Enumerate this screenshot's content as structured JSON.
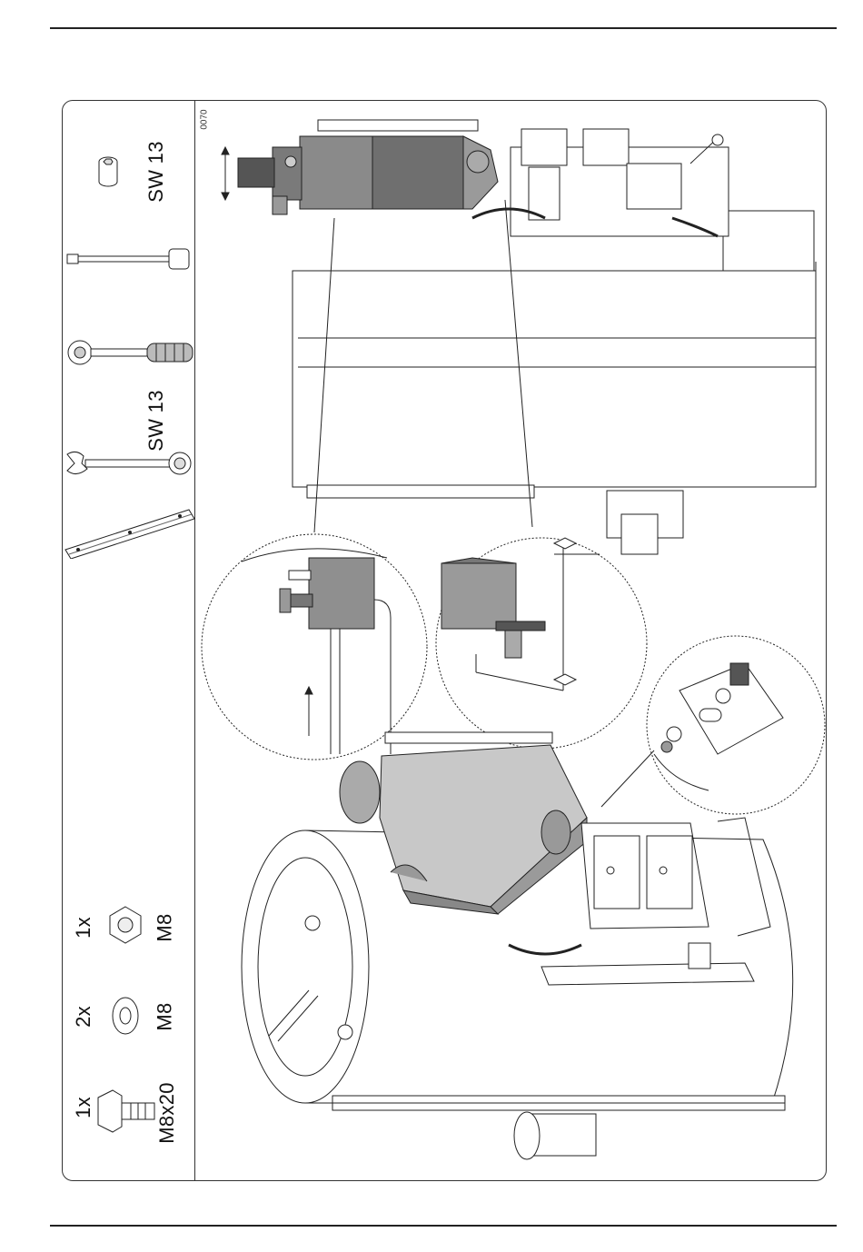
{
  "figure_id": "0070",
  "tools": [
    {
      "name": "socket-icon",
      "label": "SW 13"
    },
    {
      "name": "extension-bar-icon",
      "label": ""
    },
    {
      "name": "ratchet-icon",
      "label": ""
    },
    {
      "name": "combination-wrench-icon",
      "label": "SW 13"
    },
    {
      "name": "spirit-level-icon",
      "label": ""
    }
  ],
  "parts": [
    {
      "name": "nut-icon",
      "qty": "1x",
      "size": "M8"
    },
    {
      "name": "washer-icon",
      "qty": "2x",
      "size": "M8"
    },
    {
      "name": "bolt-icon",
      "qty": "1x",
      "size": "M8x20"
    }
  ],
  "colors": {
    "line": "#222222",
    "shade_dark": "#6f6f6f",
    "shade_mid": "#9a9a9a",
    "shade_light": "#c8c8c8"
  }
}
